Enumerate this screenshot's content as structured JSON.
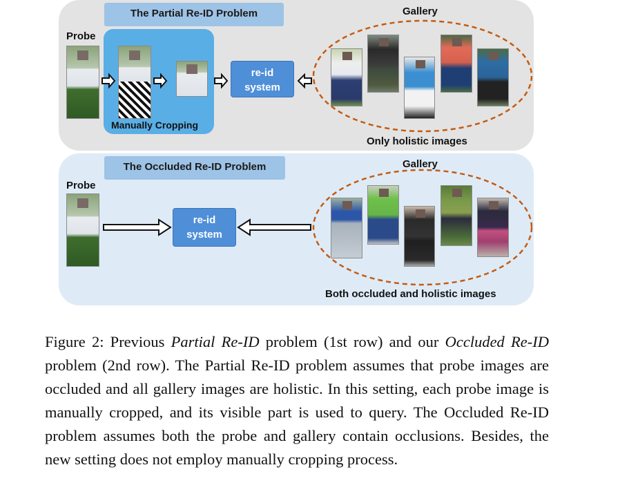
{
  "top": {
    "title": "The Partial Re-ID Problem",
    "probe_label": "Probe",
    "cropping_label": "Manually Cropping",
    "system_line1": "re-id",
    "system_line2": "system",
    "gallery_label": "Gallery",
    "gallery_note": "Only holistic images"
  },
  "bottom": {
    "title": "The Occluded Re-ID Problem",
    "probe_label": "Probe",
    "system_line1": "re-id",
    "system_line2": "system",
    "gallery_label": "Gallery",
    "gallery_note": "Both occluded and holistic images"
  },
  "caption": {
    "prefix": "Figure 2: Previous ",
    "partial_term": "Partial Re-ID",
    "middle": " problem (1st row) and our ",
    "occluded_term": "Occluded Re-ID",
    "rest": " problem (2nd row). The Partial Re-ID problem assumes that probe images are occluded and all gallery images are holistic. In this setting, each probe image is manually cropped, and its visible part is used to query. The Occluded Re-ID problem assumes both the probe and gallery contain occlusions. Besides, the new setting does not employ manually cropping process."
  },
  "colors": {
    "top_panel": "#e3e3e3",
    "bottom_panel": "#deebf7",
    "title_box": "#9dc3e6",
    "crop_box": "#5aaee6",
    "system_box": "#4f8fd8",
    "ellipse": "#c55a11"
  }
}
